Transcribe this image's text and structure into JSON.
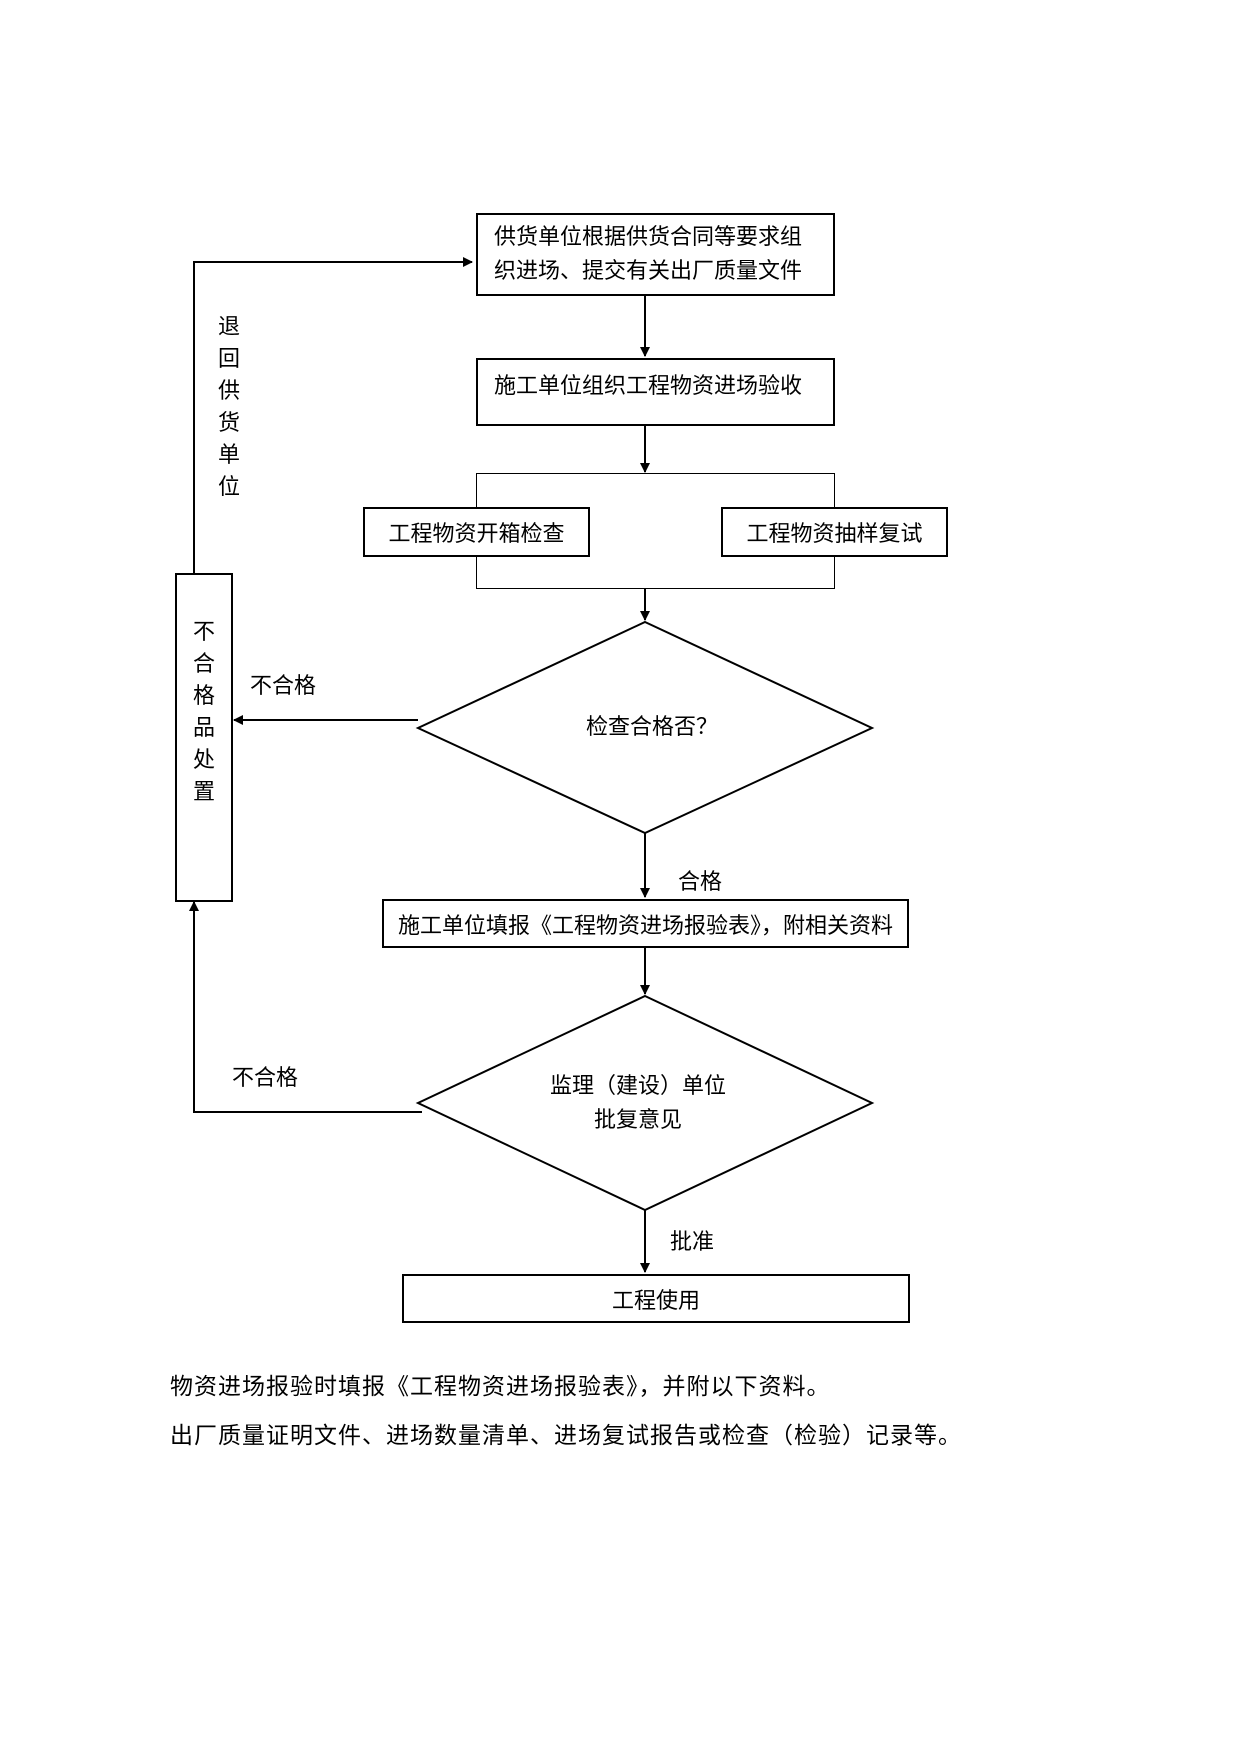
{
  "nodes": {
    "supply": {
      "lines": [
        "供货单位根据供货合同等要求组",
        "织进场、提交有关出厂质量文件"
      ]
    },
    "accept": "施工单位组织工程物资进场验收",
    "open_check": "工程物资开箱检查",
    "sample_retest": "工程物资抽样复试",
    "decision_check": "检查合格否？",
    "nonconform_handle": [
      "不",
      "合",
      "格",
      "品",
      "处",
      "置"
    ],
    "fill_form": "施工单位填报《工程物资进场报验表》，附相关资料",
    "decision_approve": {
      "lines": [
        "监理（建设）单位",
        "批复意见"
      ]
    },
    "use": "工程使用"
  },
  "edge_labels": {
    "return_supplier": [
      "退",
      "回",
      "供",
      "货",
      "单",
      "位"
    ],
    "fail_1": "不合格",
    "pass": "合格",
    "fail_2": "不合格",
    "approve": "批准"
  },
  "notes": [
    "物资进场报验时填报《工程物资进场报验表》，并附以下资料。",
    "出厂质量证明文件、进场数量清单、进场复试报告或检查（检验）记录等。"
  ]
}
